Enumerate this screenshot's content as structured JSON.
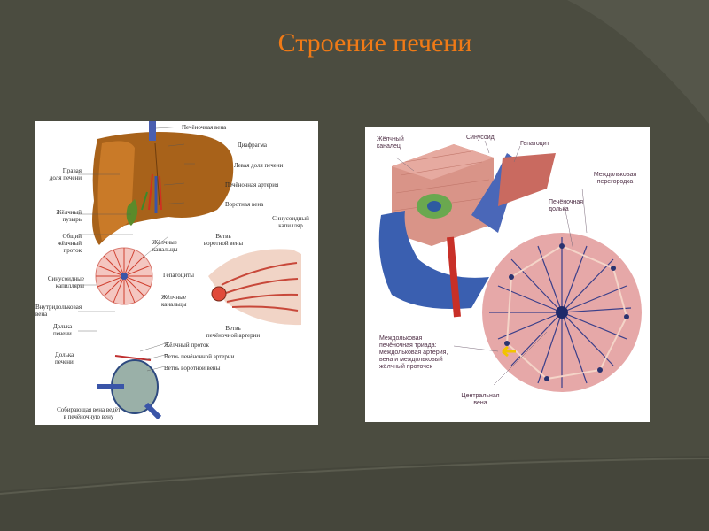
{
  "slide": {
    "title": "Строение печени",
    "colors": {
      "background": "#4b4c40",
      "title": "#f07a16",
      "figure_bg": "#ffffff"
    }
  },
  "figure_left": {
    "labels": {
      "hepatic_vein": "Печёночная вена",
      "diaphragm": "Диафрагма",
      "right_lobe": "Правая\nдоля печени",
      "left_lobe": "Левая доля печени",
      "hepatic_artery": "Печёночная артерия",
      "portal_vein": "Воротная вена",
      "gallbladder": "Жёлчный\nпузырь",
      "common_bile_duct": "Общий\nжёлчный\nпроток",
      "bile_canaliculi_top": "Жёлчные\nканальцы",
      "portal_vein_branch": "Ветвь\nворотной вены",
      "sinusoid_capillary": "Синусоидный\nкапилляр",
      "sinusoid_capillaries": "Синусоидные\nкапилляры",
      "hepatocytes": "Гепатоциты",
      "intralobular_vein": "Внутридольковая\nвена",
      "bile_canaliculi_mid": "Жёлчные\nканальцы",
      "liver_lobule": "Долька\nпечени",
      "hepatic_artery_branch": "Ветвь\nпечёночной артерии",
      "liver_lobule_2": "Долька\nпечени",
      "bile_duct": "Жёлчный проток",
      "branch_hepatic_artery": "Ветвь  печёночной артерии",
      "branch_portal_vein": "Ветвь воротной вены",
      "collecting_vein": "Собирающая вена ведёт\nв печёночную вену"
    }
  },
  "figure_right": {
    "labels": {
      "bile_canaliculus": "Жёлчный\nканалец",
      "sinusoid": "Синусоид",
      "hepatocyte": "Гепатоцит",
      "interlobular_septum": "Междольковая\nперегородка",
      "hepatic_lobule": "Печёночная\nдолька",
      "triad": "Междольковая\nпечёночная триада:\nмеждольковая артерия,\nвена и междольковый\nжёлчный проточек",
      "central_vein": "Центральная\nвена"
    }
  }
}
